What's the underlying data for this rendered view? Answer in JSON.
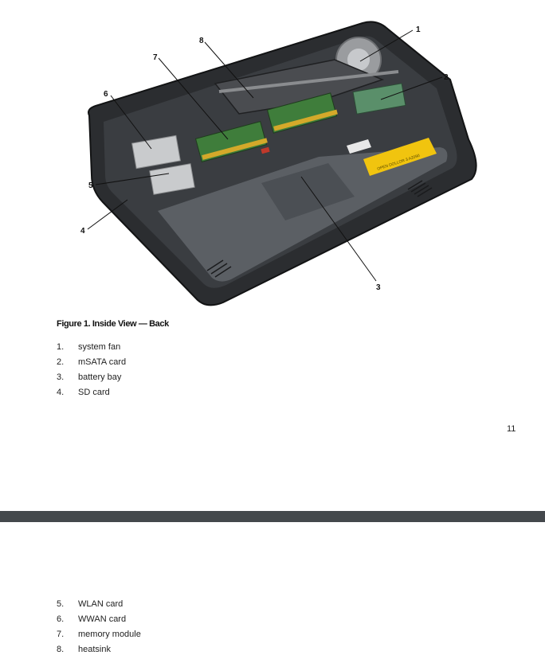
{
  "figure": {
    "callouts": [
      "1",
      "2",
      "3",
      "4",
      "5",
      "6",
      "7",
      "8"
    ],
    "label_color": "#f1c40f",
    "label_text": "OPEN DOLLOR 3 A2090"
  },
  "caption": "Figure 1. Inside View — Back",
  "items_page1": [
    {
      "num": "1.",
      "label": "system fan"
    },
    {
      "num": "2.",
      "label": "mSATA card"
    },
    {
      "num": "3.",
      "label": "battery bay"
    },
    {
      "num": "4.",
      "label": "SD card"
    }
  ],
  "page_number": "11",
  "items_page2": [
    {
      "num": "5.",
      "label": "WLAN card"
    },
    {
      "num": "6.",
      "label": "WWAN card"
    },
    {
      "num": "7.",
      "label": "memory module"
    },
    {
      "num": "8.",
      "label": "heatsink"
    }
  ]
}
